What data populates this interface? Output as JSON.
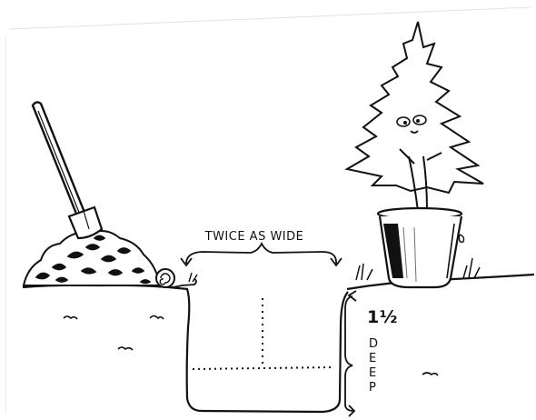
{
  "labels": {
    "width_note": "TWICE AS WIDE",
    "depth_fraction": "1½",
    "depth_word_letters": [
      "D",
      "E",
      "E",
      "P"
    ]
  },
  "colors": {
    "ink": "#111111",
    "paper": "#ffffff"
  },
  "icons": [
    "shovel-icon",
    "dirt-pile-icon",
    "snail-icon",
    "tree-icon",
    "pot-icon",
    "grass-tuft-icon"
  ]
}
